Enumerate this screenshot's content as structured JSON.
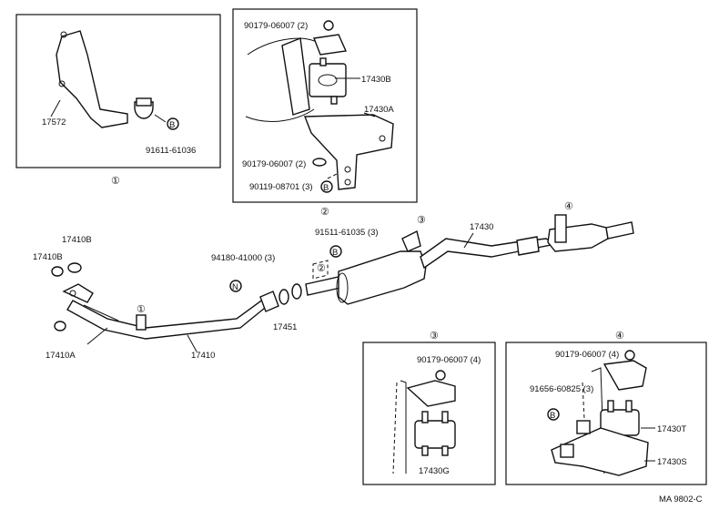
{
  "labels": {
    "p17572": "17572",
    "p91611_61036": "91611-61036",
    "p90179_06007_2a": "90179-06007 (2)",
    "p17430B": "17430B",
    "p17430A": "17430A",
    "p90179_06007_2b": "90179-06007 (2)",
    "p90119_08701": "90119-08701 (3)",
    "p91511_61035": "91511-61035 (3)",
    "p94180_41000": "94180-41000 (3)",
    "p17430": "17430",
    "p17410B": "17410B",
    "p17410B_2": "17410B",
    "p17410A": "17410A",
    "p17410": "17410",
    "p17451": "17451",
    "p90179_06007_4a": "90179-06007 (4)",
    "p17430G": "17430G",
    "p90179_06007_4b": "90179-06007 (4)",
    "p91656_60825": "91656-60825 (3)",
    "p17430T": "17430T",
    "p17430S": "17430S"
  },
  "markers": {
    "m1": "①",
    "m2": "②",
    "m3": "③",
    "m4": "④",
    "m1_main": "①",
    "m2_main": "②",
    "m3_main": "③",
    "m4_main": "④",
    "m3_box": "③",
    "m4_box": "④",
    "b": "B",
    "n": "N"
  },
  "footer": {
    "code": "MA  9802-C"
  }
}
